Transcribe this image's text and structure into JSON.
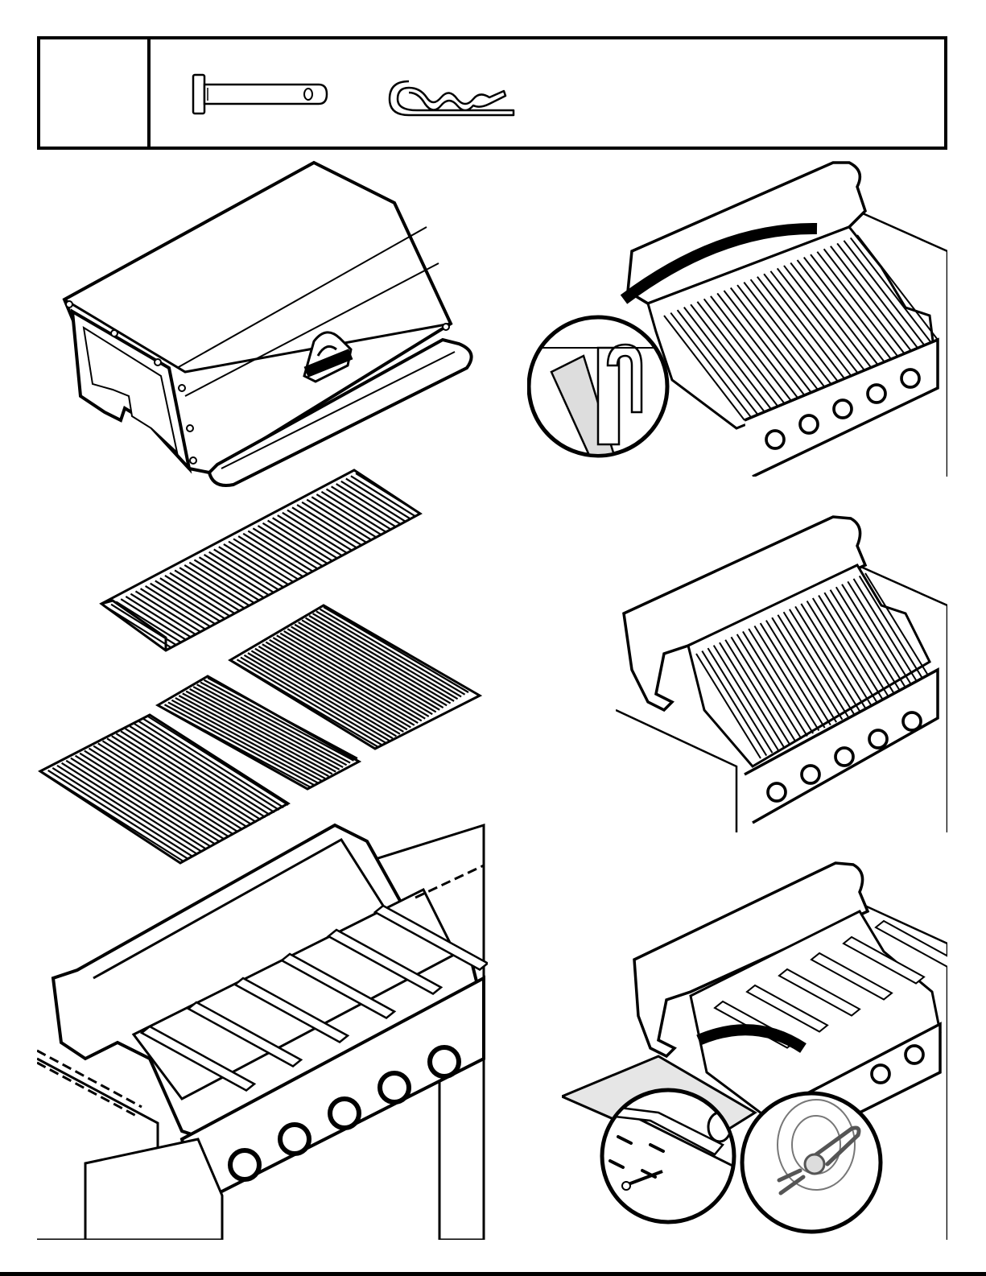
{
  "parts_box": {
    "step_number": "",
    "parts": [
      {
        "name": "clevis-pin",
        "icon": "clevis-pin-icon"
      },
      {
        "name": "hairpin-cotter",
        "icon": "hairpin-cotter-icon"
      }
    ]
  },
  "figures": [
    {
      "name": "lid-exploded"
    },
    {
      "name": "warming-rack-exploded"
    },
    {
      "name": "cooking-grids-exploded"
    },
    {
      "name": "firebox-with-flame-tamers"
    },
    {
      "name": "lid-pivot-detail-view"
    },
    {
      "name": "lid-installed-view"
    },
    {
      "name": "lid-pin-and-clip-detail-view"
    }
  ],
  "colors": {
    "ink": "#000000",
    "paper": "#ffffff",
    "shade": "#e6e6e6"
  }
}
